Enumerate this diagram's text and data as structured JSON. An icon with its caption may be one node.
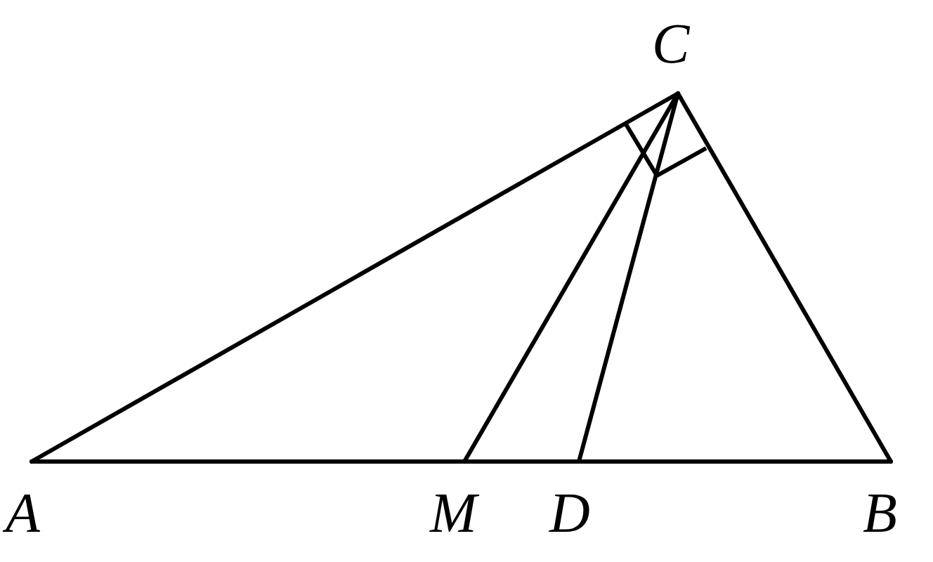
{
  "diagram": {
    "nodes": [
      {
        "text": [
          "C"
        ]
      },
      {
        "text": [
          "A"
        ]
      },
      {
        "text": [
          "M"
        ]
      },
      {
        "text": [
          "D"
        ]
      },
      {
        "text": [
          "B"
        ]
      }
    ],
    "edges": [
      {
        "from": 1,
        "to": 0,
        "arrow": "none"
      },
      {
        "from": 0,
        "to": 4,
        "arrow": "none"
      },
      {
        "from": 1,
        "to": 2,
        "arrow": "none"
      },
      {
        "from": 2,
        "to": 3,
        "arrow": "none"
      },
      {
        "from": 3,
        "to": 4,
        "arrow": "none"
      },
      {
        "from": 0,
        "to": 2,
        "arrow": "none"
      },
      {
        "from": 0,
        "to": 3,
        "arrow": "none"
      }
    ]
  }
}
